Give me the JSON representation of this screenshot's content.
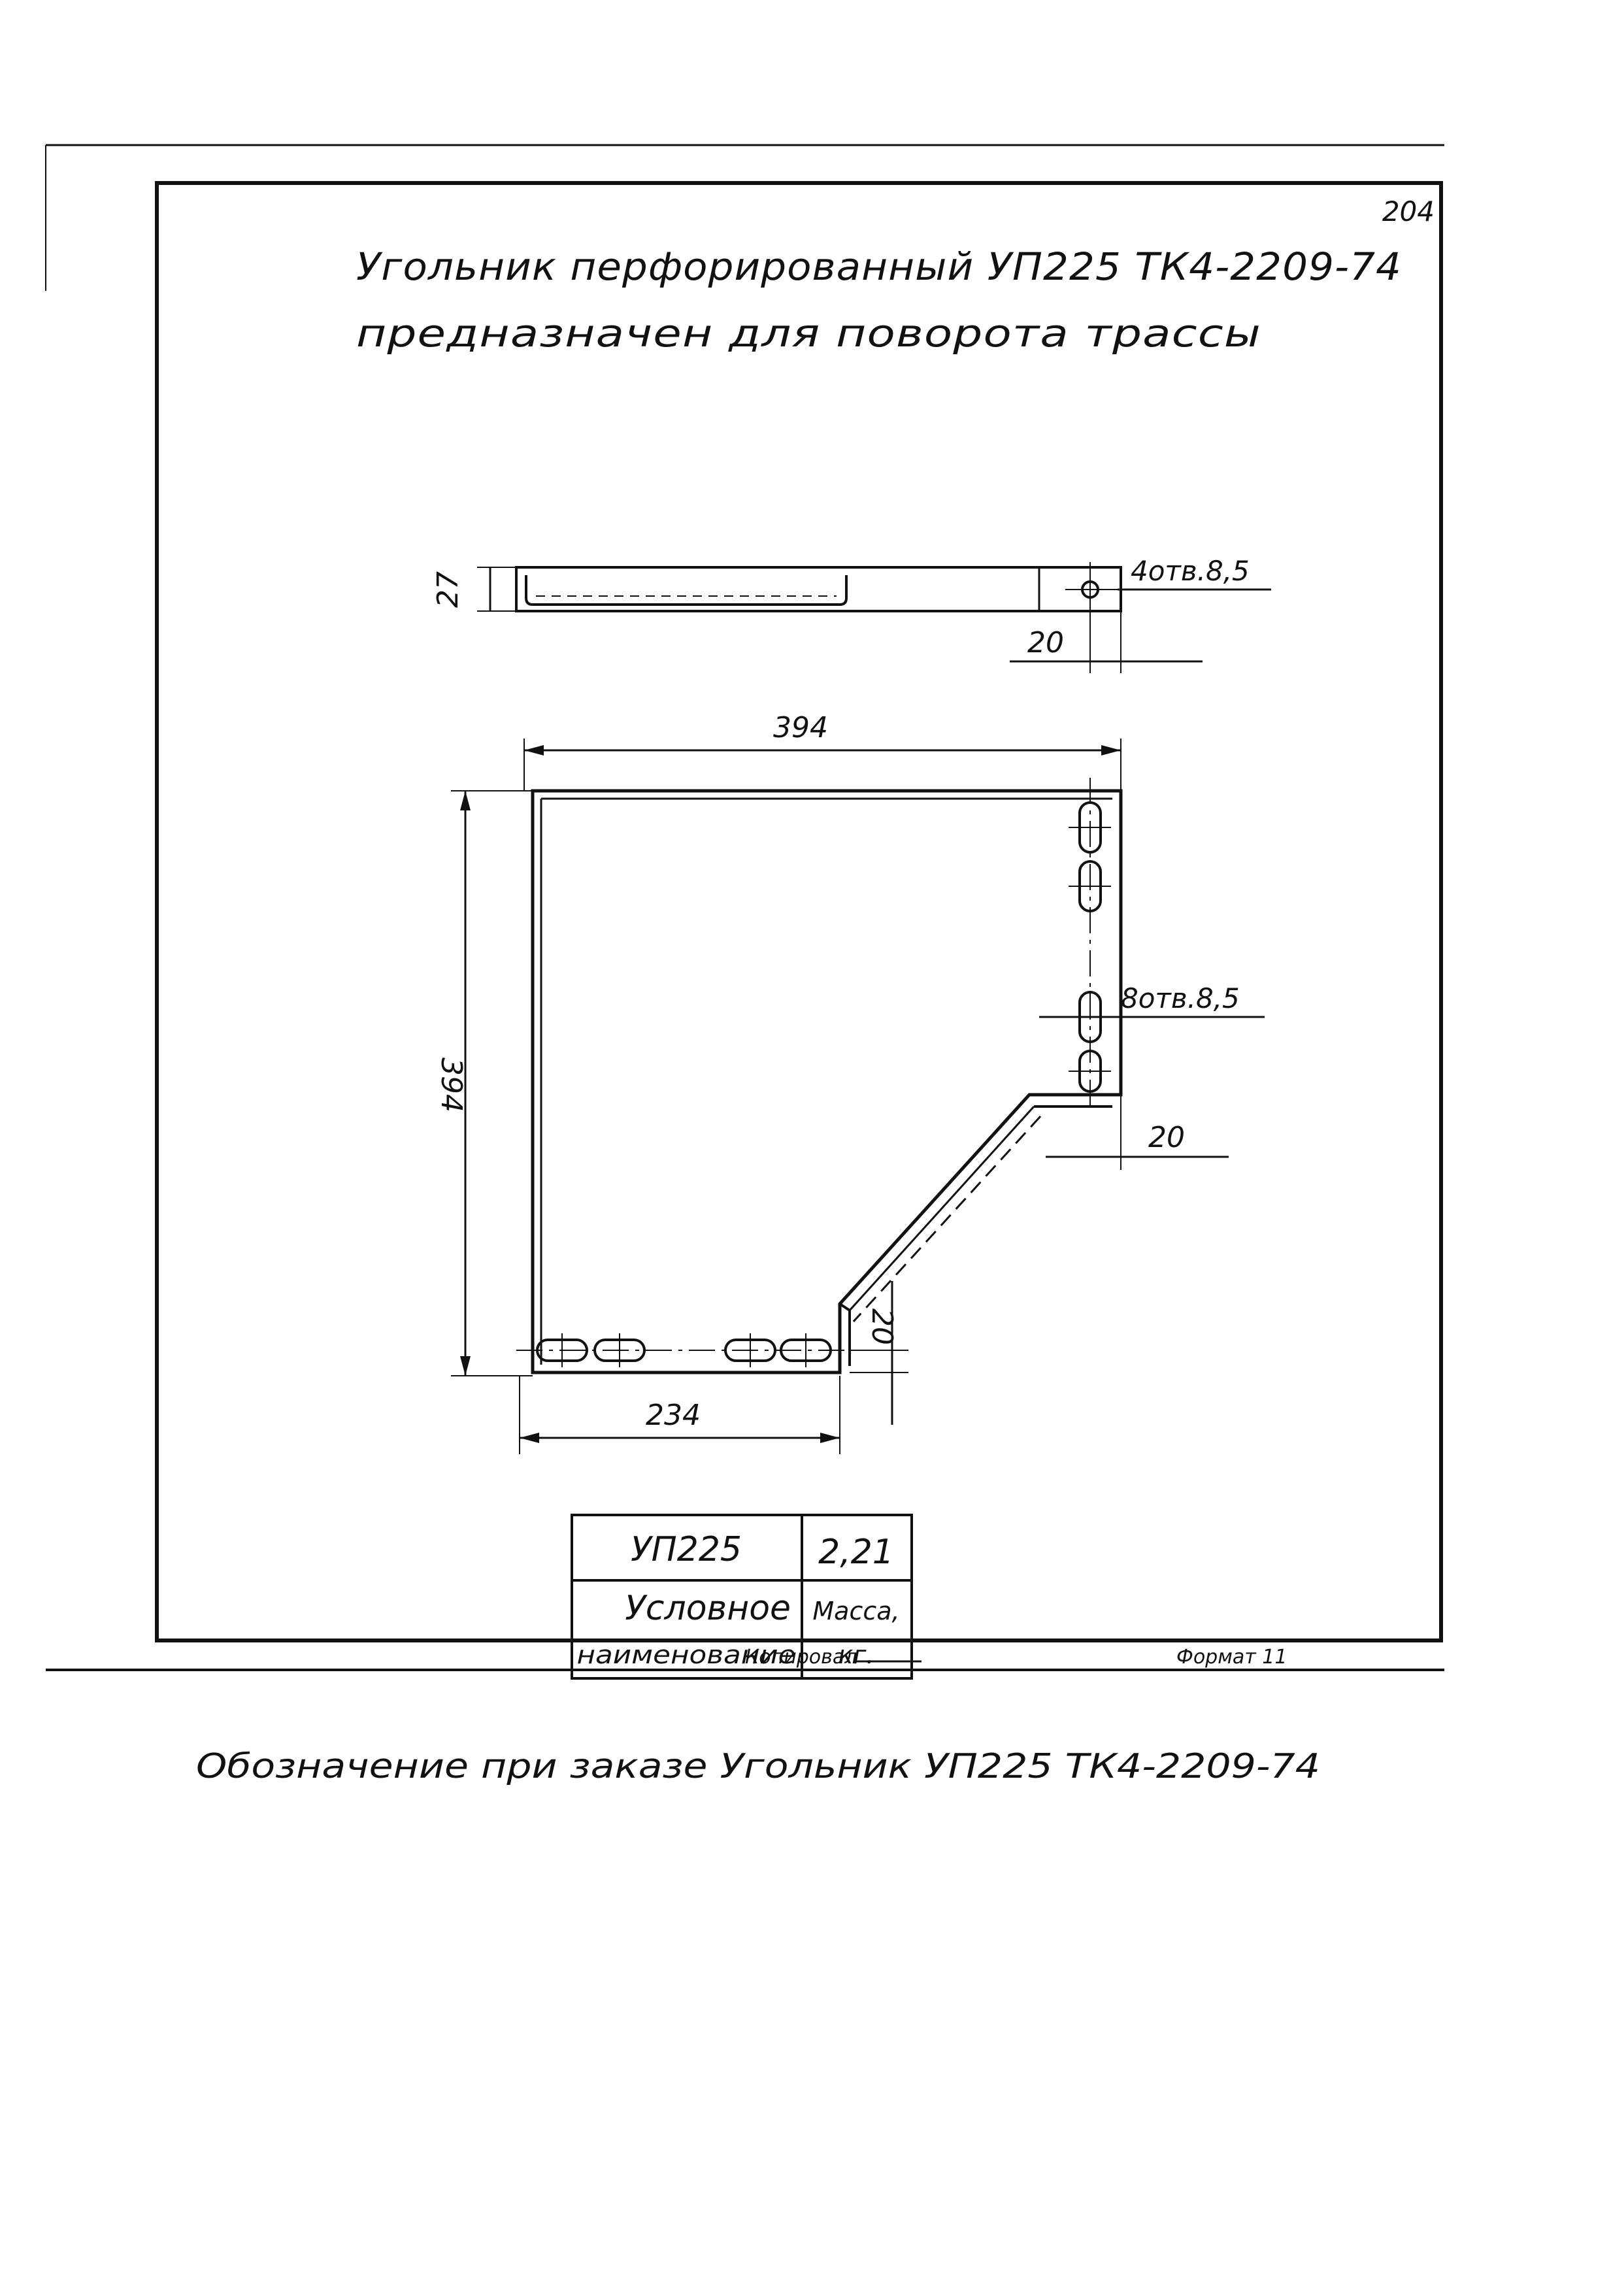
{
  "page_number": "204",
  "title": {
    "line1": "Угольник перфорированный УП225 ТК4-2209-74",
    "line2": "предназначен для поворота трассы"
  },
  "dimensions": {
    "side_height": "27",
    "top_holes_note": "4отв.8,5",
    "top_edge_offset": "20",
    "overall_width": "394",
    "overall_height": "394",
    "side_holes_note": "8отв.8,5",
    "right_edge_offset": "20",
    "bottom_edge_offset": "20",
    "bottom_length": "234"
  },
  "spec_table": {
    "designation": "УП225",
    "mass": "2,21",
    "designation_header_line1": "Условное",
    "designation_header_line2": "наименование",
    "mass_header_line1": "Масса,",
    "mass_header_line2": "кг."
  },
  "order_note": "Обозначение при заказе Угольник УП225 ТК4-2209-74",
  "footer": {
    "copied_by": "Копировал",
    "format": "Формат 11"
  },
  "colors": {
    "ink": "#111111",
    "paper": "#ffffff"
  }
}
